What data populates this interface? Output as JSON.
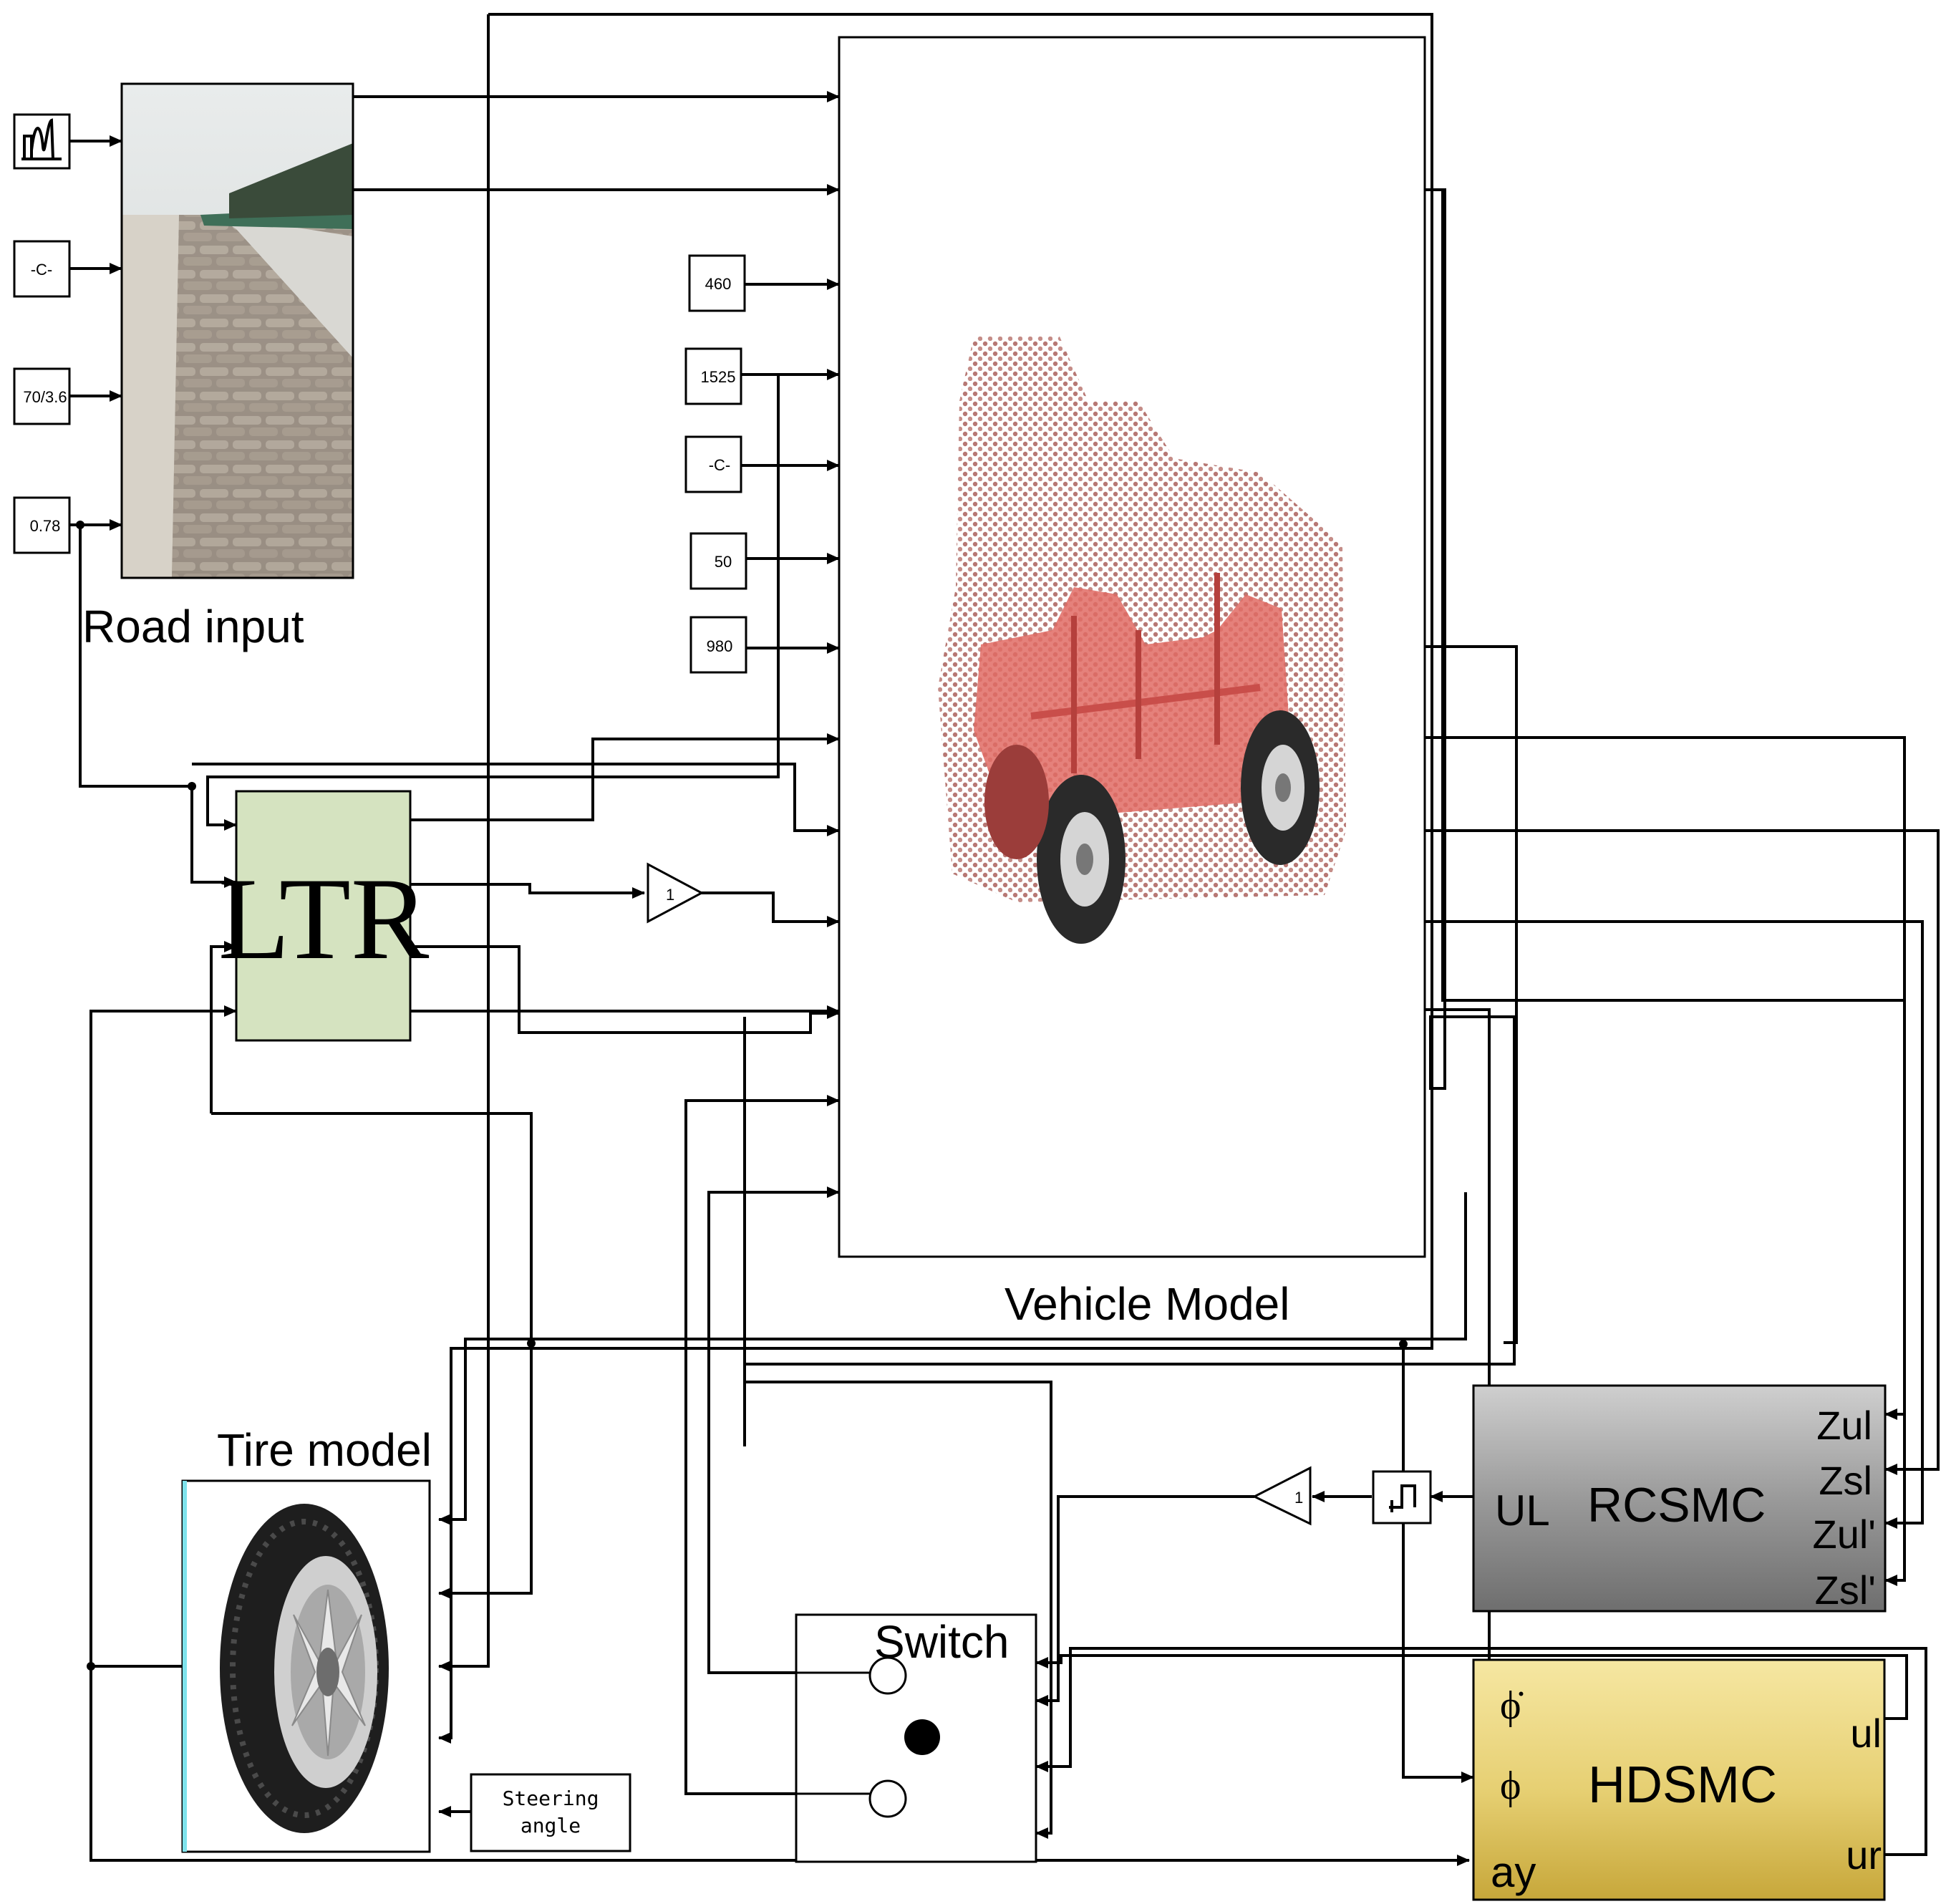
{
  "road_input": {
    "title": "Road input",
    "constants": [
      "-C-",
      "70/3.6",
      "0.78"
    ]
  },
  "vehicle": {
    "title": "Vehicle Model",
    "constants": [
      "460",
      "1525",
      "-C-",
      "50",
      "980"
    ]
  },
  "ltr": {
    "label": "LTR"
  },
  "gain_ltr": {
    "label": "1"
  },
  "tire": {
    "title": "Tire model"
  },
  "steering": {
    "line1": "Steering",
    "line2": "angle"
  },
  "switch_block": {
    "title": "Switch"
  },
  "rcsmc": {
    "title": "RCSMC",
    "output": "UL",
    "inputs": [
      "Zul",
      "Zsl",
      "Zul'",
      "Zsl'"
    ]
  },
  "gain_rc": {
    "label": "1"
  },
  "hdsmc": {
    "title": "HDSMC",
    "inputs": [
      "ϕ̇",
      "ϕ",
      "ay"
    ],
    "outputs": [
      "ul",
      "ur"
    ]
  },
  "colors": {
    "ltr_fill": "#d5e3c0",
    "rcsmc_fill": "#9a9a9a",
    "hdsmc_fill": "#e6cf72"
  }
}
